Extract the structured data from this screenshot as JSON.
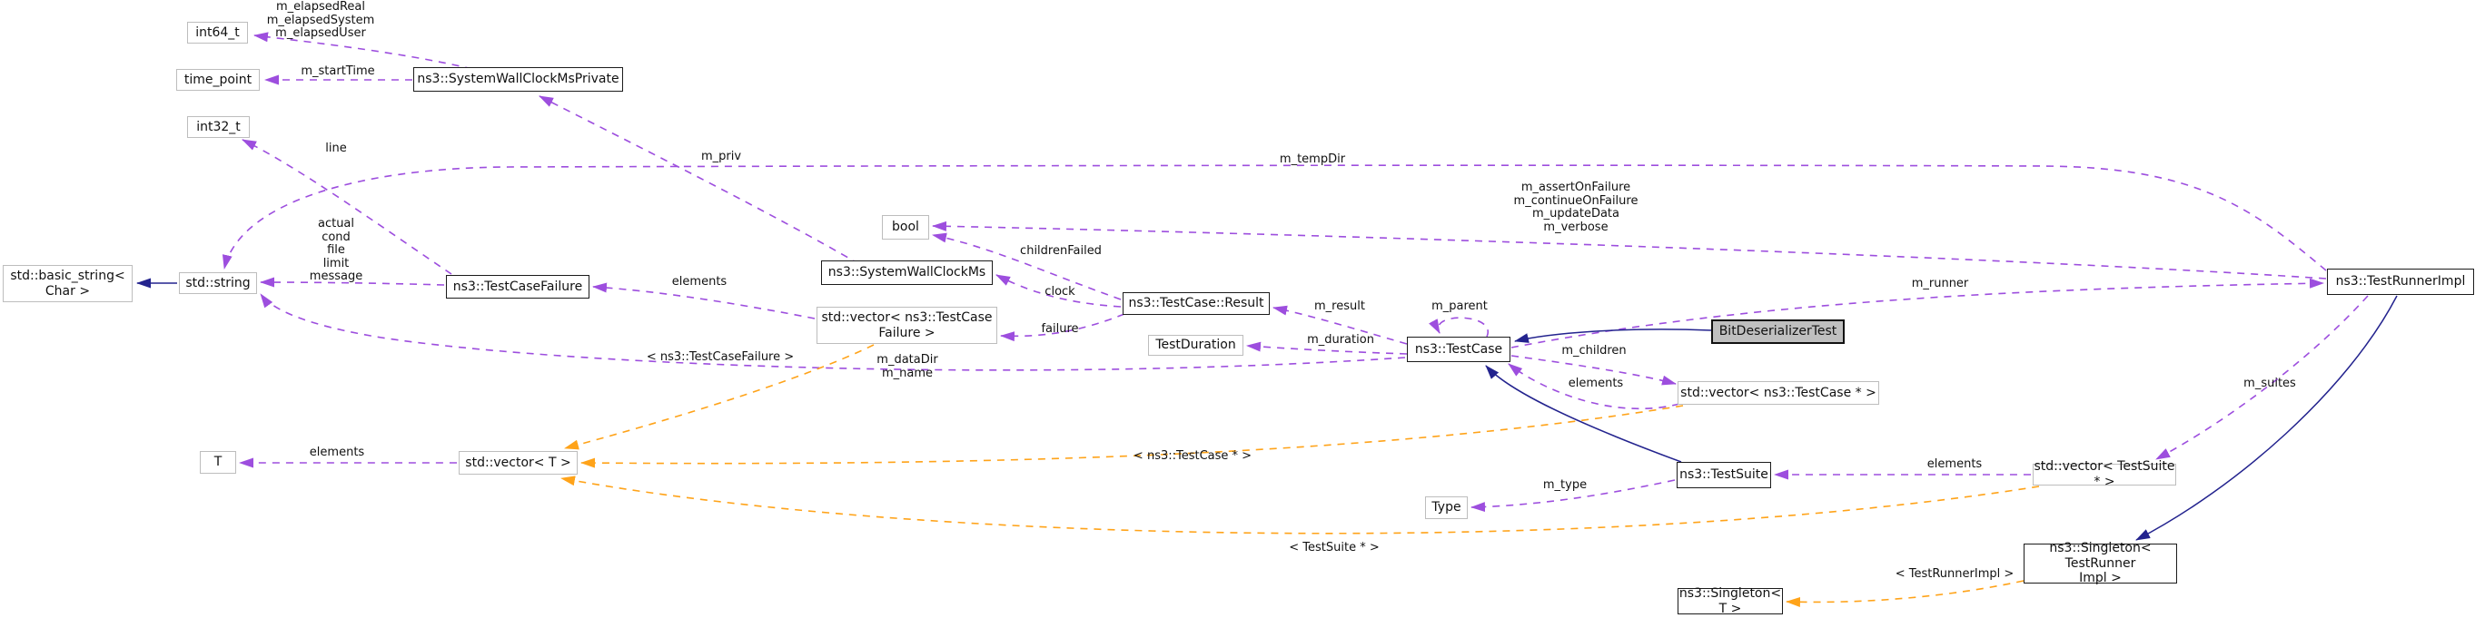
{
  "diagram": {
    "nodes": {
      "int64": {
        "label": "int64_t"
      },
      "time_point": {
        "label": "time_point"
      },
      "swcmp": {
        "label": "ns3::SystemWallClockMsPrivate"
      },
      "int32": {
        "label": "int32_t"
      },
      "basic_string": {
        "label": "std::basic_string<\nChar >"
      },
      "string": {
        "label": "std::string"
      },
      "test_case_failure": {
        "label": "ns3::TestCaseFailure"
      },
      "bool": {
        "label": "bool"
      },
      "swcm": {
        "label": "ns3::SystemWallClockMs"
      },
      "vector_tcf": {
        "label": "std::vector< ns3::TestCase\nFailure >"
      },
      "result": {
        "label": "ns3::TestCase::Result"
      },
      "test_duration": {
        "label": "TestDuration"
      },
      "test_case": {
        "label": "ns3::TestCase"
      },
      "bit_deserializer_test": {
        "label": "BitDeserializerTest"
      },
      "vector_tc": {
        "label": "std::vector< ns3::TestCase * >"
      },
      "test_suite": {
        "label": "ns3::TestSuite"
      },
      "type": {
        "label": "Type"
      },
      "test_runner_impl": {
        "label": "ns3::TestRunnerImpl"
      },
      "vector_ts": {
        "label": "std::vector< TestSuite * >"
      },
      "singleton_tri": {
        "label": "ns3::Singleton< TestRunner\nImpl >"
      },
      "singleton_t": {
        "label": "ns3::Singleton< T >"
      },
      "t": {
        "label": "T"
      },
      "vector_t": {
        "label": "std::vector< T >"
      }
    },
    "edge_labels": {
      "elapsed": "m_elapsedReal\nm_elapsedSystem\nm_elapsedUser",
      "start_time": "m_startTime",
      "priv": "m_priv",
      "temp_dir": "m_tempDir",
      "line": "line",
      "failure_fields": "actual\ncond\nfile\nlimit\nmessage",
      "children_failed": "childrenFailed",
      "clock": "clock",
      "failure": "failure",
      "elements_tcf": "elements",
      "result": "m_result",
      "duration": "m_duration",
      "data_dir_name": "m_dataDir\nm_name",
      "parent": "m_parent",
      "children": "m_children",
      "elements_tc": "elements",
      "runner": "m_runner",
      "assert_flags": "m_assertOnFailure\nm_continueOnFailure\nm_updateData\nm_verbose",
      "suites": "m_suites",
      "elements_ts": "elements",
      "type": "m_type",
      "elements_t": "elements",
      "tpl_tcf": "< ns3::TestCaseFailure >",
      "tpl_tc": "< ns3::TestCase * >",
      "tpl_ts": "< TestSuite * >",
      "tpl_tri": "< TestRunnerImpl >"
    },
    "colors": {
      "member_edge": "#9d4ede",
      "template_edge": "#ffa319",
      "inheritance_edge": "#23238e",
      "highlight_fill": "#bfbfbf"
    }
  }
}
